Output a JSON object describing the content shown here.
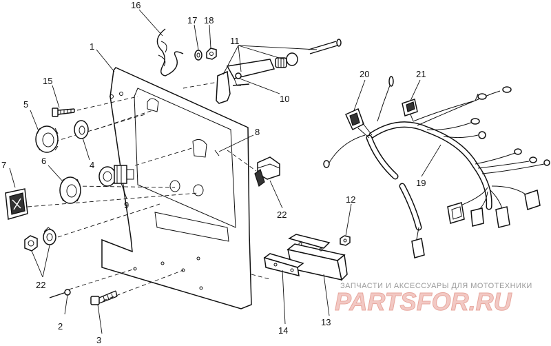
{
  "callouts": [
    {
      "id": "c1",
      "text": "1"
    },
    {
      "id": "c2",
      "text": "2"
    },
    {
      "id": "c3",
      "text": "3"
    },
    {
      "id": "c4",
      "text": "4"
    },
    {
      "id": "c5",
      "text": "5"
    },
    {
      "id": "c6",
      "text": "6"
    },
    {
      "id": "c7",
      "text": "7"
    },
    {
      "id": "c8",
      "text": "8"
    },
    {
      "id": "c9",
      "text": "9"
    },
    {
      "id": "c10",
      "text": "10"
    },
    {
      "id": "c11",
      "text": "11"
    },
    {
      "id": "c12",
      "text": "12"
    },
    {
      "id": "c13",
      "text": "13"
    },
    {
      "id": "c14",
      "text": "14"
    },
    {
      "id": "c15",
      "text": "15"
    },
    {
      "id": "c16",
      "text": "16"
    },
    {
      "id": "c17",
      "text": "17"
    },
    {
      "id": "c18",
      "text": "18"
    },
    {
      "id": "c19",
      "text": "19"
    },
    {
      "id": "c20",
      "text": "20"
    },
    {
      "id": "c21",
      "text": "21"
    },
    {
      "id": "c22a",
      "text": "22"
    },
    {
      "id": "c22b",
      "text": "22"
    }
  ],
  "watermark": {
    "tagline": "ЗАПЧАСТИ И АКСЕССУАРЫ ДЛЯ МОТОТЕХНИКИ",
    "brand": "PARTSFOR.RU"
  }
}
